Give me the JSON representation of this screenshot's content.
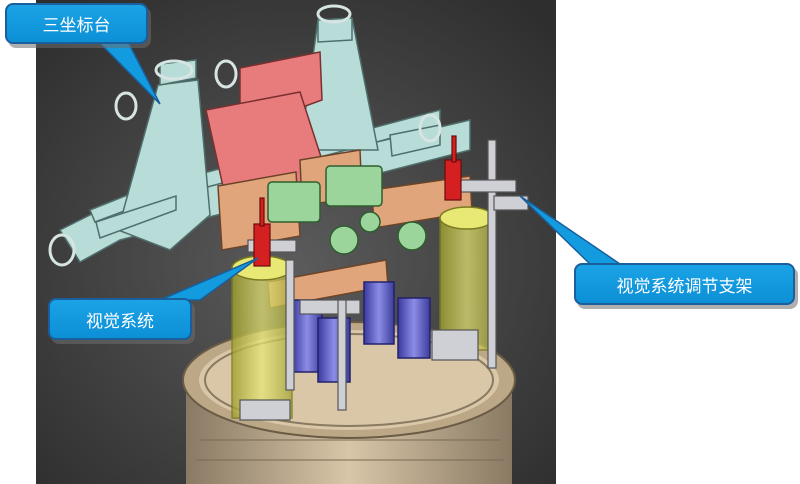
{
  "callouts": {
    "stage": "三坐标台",
    "vision": "视觉系统",
    "bracket": "视觉系统调节支架"
  },
  "colors": {
    "background": "#3f3f3f",
    "callout_fill": "#139be0",
    "callout_border": "#1a5f9c",
    "stage_frame": "#b8dcd8",
    "red_plate": "#e87c7c",
    "orange_plate": "#e0a57a",
    "yellow_cylinder": "#d6d65a",
    "purple_column": "#6a6ad2",
    "red_camera": "#d42020",
    "base_ring": "#c8b294"
  }
}
